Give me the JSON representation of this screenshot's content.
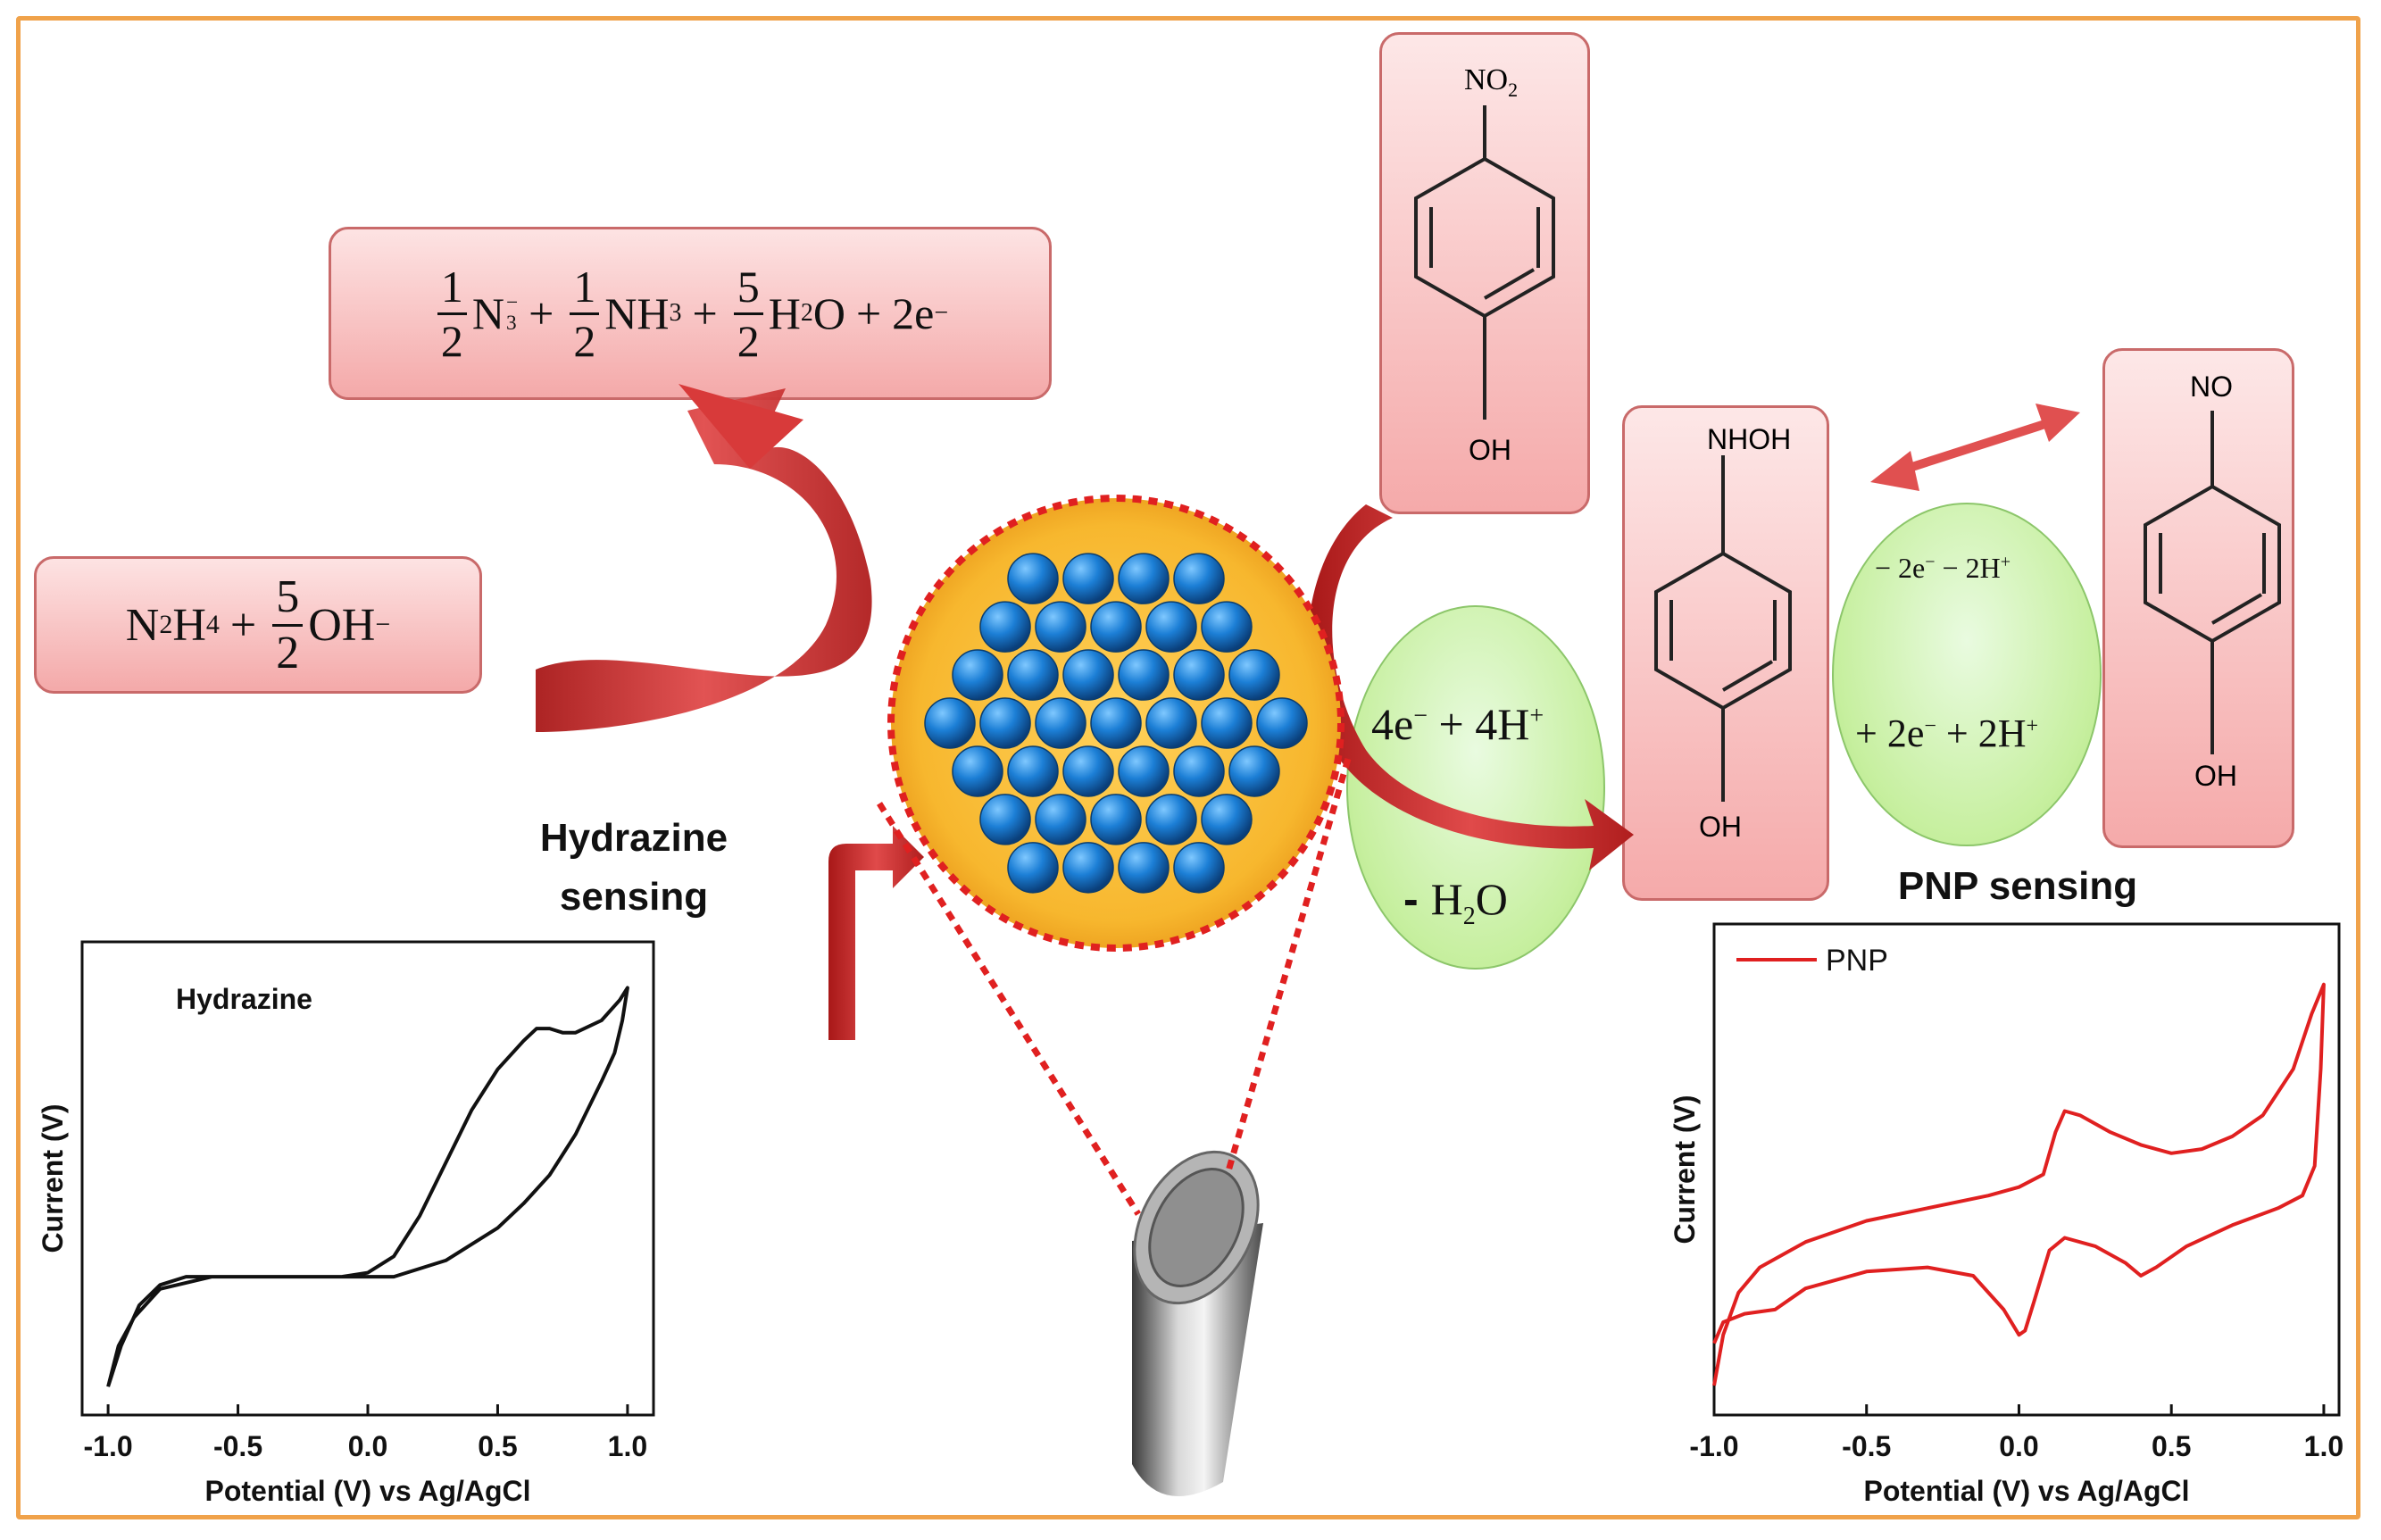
{
  "equations": {
    "products": {
      "f1_num": "1",
      "f1_den": "2",
      "t1": "N",
      "t1_sub": "3",
      "t1_sup": "−",
      "plus1": "+",
      "f2_num": "1",
      "f2_den": "2",
      "t2": "NH",
      "t2_sub": "3",
      "plus2": "+",
      "f3_num": "5",
      "f3_den": "2",
      "t3a": "H",
      "t3_sub": "2",
      "t3b": "O",
      "plus3": "+",
      "t4": "2e",
      "t4_sup": "−"
    },
    "reactants": {
      "t1": "N",
      "t1_sub": "2",
      "t2": "H",
      "t2_sub": "4",
      "plus": "+",
      "f_num": "5",
      "f_den": "2",
      "t3": "OH",
      "t3_sup": "−"
    }
  },
  "molecules": {
    "pnp": {
      "top_group": "NO",
      "top_sub": "2",
      "bottom_group": "OH"
    },
    "hydroxylamine": {
      "top_group": "NHOH",
      "bottom_group": "OH"
    },
    "nitroso": {
      "top_group": "NO",
      "bottom_group": "OH"
    }
  },
  "reagents": {
    "left_ellipse": {
      "line1": "4e",
      "line1_sup1": "−",
      "line1_mid": "+ 4H",
      "line1_sup2": "+",
      "line2_minus": "-",
      "line2": "H",
      "line2_sub": "2",
      "line2_end": "O"
    },
    "right_ellipse": {
      "line1": "− 2e",
      "line1_sup1": "−",
      "line1_mid": "− 2H",
      "line1_sup2": "+",
      "line2": "+ 2e",
      "line2_sup1": "−",
      "line2_mid": "+ 2H",
      "line2_sup2": "+"
    }
  },
  "labels": {
    "hydrazine_sensing_1": "Hydrazine",
    "hydrazine_sensing_2": "sensing",
    "pnp_sensing": "PNP sensing"
  },
  "chart_data": [
    {
      "type": "line",
      "title": "",
      "annotation": "Hydrazine",
      "xlabel": "Potential (V) vs Ag/AgCl",
      "ylabel": "Current (V)",
      "xlim": [
        -1.1,
        1.1
      ],
      "xticks": [
        "-1.0",
        "-0.5",
        "0.0",
        "0.5",
        "1.0"
      ],
      "y_ticks_shown": false,
      "color": "#111111",
      "series": [
        {
          "x": [
            -1.0,
            -0.95,
            -0.88,
            -0.8,
            -0.7,
            -0.5,
            -0.3,
            -0.1,
            0.0,
            0.1,
            0.2,
            0.3,
            0.4,
            0.5,
            0.6,
            0.65,
            0.7,
            0.75,
            0.8,
            0.9,
            0.97,
            1.0,
            0.98,
            0.95,
            0.9,
            0.8,
            0.7,
            0.6,
            0.5,
            0.4,
            0.3,
            0.2,
            0.1,
            0.0,
            -0.2,
            -0.4,
            -0.6,
            -0.8,
            -0.9,
            -0.96,
            -1.0
          ],
          "y": [
            0.0,
            0.1,
            0.2,
            0.25,
            0.27,
            0.27,
            0.27,
            0.27,
            0.28,
            0.32,
            0.42,
            0.55,
            0.68,
            0.78,
            0.85,
            0.88,
            0.88,
            0.87,
            0.87,
            0.9,
            0.95,
            0.98,
            0.9,
            0.82,
            0.75,
            0.62,
            0.52,
            0.45,
            0.39,
            0.35,
            0.31,
            0.29,
            0.27,
            0.27,
            0.27,
            0.27,
            0.27,
            0.24,
            0.17,
            0.1,
            0.0
          ]
        }
      ]
    },
    {
      "type": "line",
      "title": "",
      "xlabel": "Potential (V) vs Ag/AgCl",
      "ylabel": "Current (V)",
      "xlim": [
        -1.0,
        1.05
      ],
      "xticks": [
        "-1.0",
        "-0.5",
        "0.0",
        "0.5",
        "1.0"
      ],
      "y_ticks_shown": false,
      "legend": "top-left",
      "color": "#e02020",
      "series": [
        {
          "name": "PNP",
          "x": [
            -1.0,
            -0.97,
            -0.92,
            -0.85,
            -0.7,
            -0.5,
            -0.3,
            -0.1,
            0.0,
            0.08,
            0.12,
            0.15,
            0.2,
            0.3,
            0.4,
            0.5,
            0.6,
            0.7,
            0.8,
            0.9,
            0.96,
            1.0,
            0.99,
            0.97,
            0.93,
            0.85,
            0.7,
            0.55,
            0.45,
            0.4,
            0.35,
            0.25,
            0.15,
            0.1,
            0.05,
            0.02,
            0.0,
            -0.05,
            -0.15,
            -0.3,
            -0.5,
            -0.7,
            -0.8,
            -0.9,
            -0.97,
            -1.0
          ],
          "y": [
            0.0,
            0.12,
            0.22,
            0.28,
            0.34,
            0.39,
            0.42,
            0.45,
            0.47,
            0.5,
            0.6,
            0.65,
            0.64,
            0.6,
            0.57,
            0.55,
            0.56,
            0.59,
            0.64,
            0.75,
            0.88,
            0.95,
            0.75,
            0.52,
            0.45,
            0.42,
            0.38,
            0.33,
            0.28,
            0.26,
            0.29,
            0.33,
            0.35,
            0.32,
            0.2,
            0.13,
            0.12,
            0.18,
            0.26,
            0.28,
            0.27,
            0.23,
            0.18,
            0.17,
            0.15,
            0.1
          ]
        }
      ]
    }
  ]
}
